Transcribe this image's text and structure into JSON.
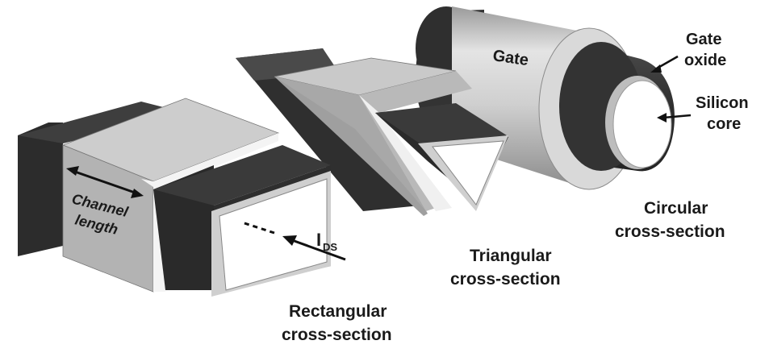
{
  "labels": {
    "gate": "Gate",
    "gate_oxide_1": "Gate",
    "gate_oxide_2": "oxide",
    "silicon_core_1": "Silicon",
    "silicon_core_2": "core",
    "channel_length_1": "Channel",
    "channel_length_2": "length",
    "ids_main": "I",
    "ids_sub": "DS",
    "rect_1": "Rectangular",
    "rect_2": "cross-section",
    "tri_1": "Triangular",
    "tri_2": "cross-section",
    "circ_1": "Circular",
    "circ_2": "cross-section"
  },
  "colors": {
    "gate_light": "#c8c8c8",
    "gate_mid": "#a9a9a9",
    "dark": "#3c3c3c",
    "darker": "#2a2a2a",
    "core": "#ffffff",
    "oxide": "#e8e8e8"
  }
}
